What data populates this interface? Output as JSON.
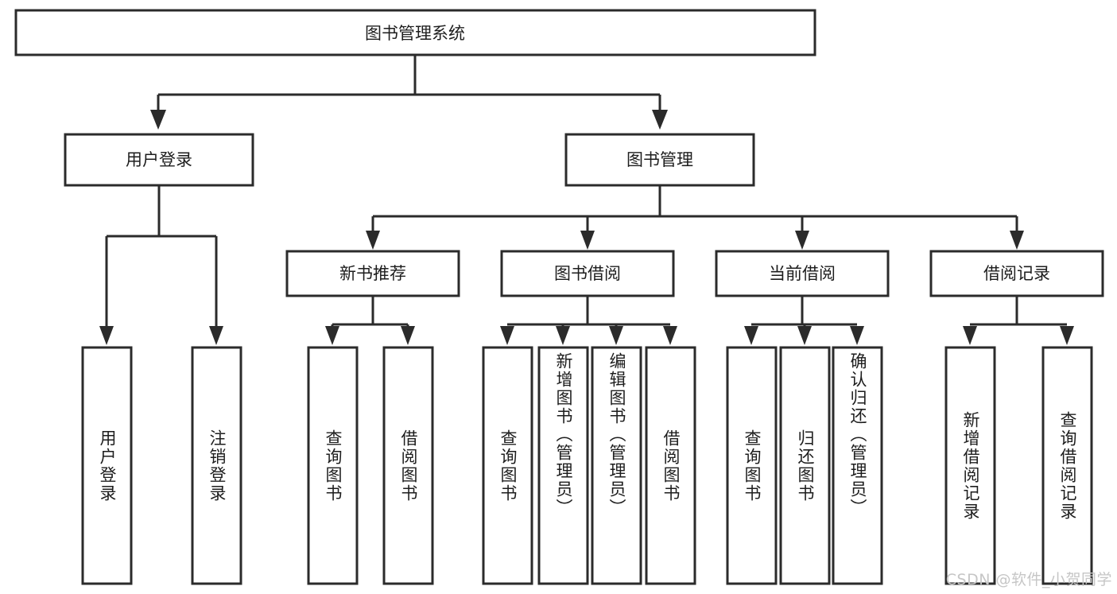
{
  "diagram": {
    "title": "图书管理系统",
    "type": "tree",
    "orientation": "top-down",
    "root": {
      "id": "root",
      "label": "图书管理系统"
    },
    "level1": [
      {
        "id": "user-login",
        "label": "用户登录"
      },
      {
        "id": "book-manage",
        "label": "图书管理"
      }
    ],
    "level2": [
      {
        "id": "new-book-recommend",
        "label": "新书推荐",
        "parent": "book-manage"
      },
      {
        "id": "book-borrow",
        "label": "图书借阅",
        "parent": "book-manage"
      },
      {
        "id": "current-borrow",
        "label": "当前借阅",
        "parent": "book-manage"
      },
      {
        "id": "borrow-record",
        "label": "借阅记录",
        "parent": "book-manage"
      }
    ],
    "leaves": {
      "user-login": [
        {
          "id": "leaf-user-login",
          "label": "用户登录"
        },
        {
          "id": "leaf-user-logout",
          "label": "注销登录"
        }
      ],
      "new-book-recommend": [
        {
          "id": "leaf-query-book-1",
          "label": "查询图书"
        },
        {
          "id": "leaf-borrow-book-1",
          "label": "借阅图书"
        }
      ],
      "book-borrow": [
        {
          "id": "leaf-query-book-2",
          "label": "查询图书"
        },
        {
          "id": "leaf-add-book",
          "label": "新增图书（管理员）"
        },
        {
          "id": "leaf-edit-book",
          "label": "编辑图书（管理员）"
        },
        {
          "id": "leaf-borrow-book-2",
          "label": "借阅图书"
        }
      ],
      "current-borrow": [
        {
          "id": "leaf-query-book-3",
          "label": "查询图书"
        },
        {
          "id": "leaf-return-book",
          "label": "归还图书"
        },
        {
          "id": "leaf-confirm-return",
          "label": "确认归还（管理员）"
        }
      ],
      "borrow-record": [
        {
          "id": "leaf-add-record",
          "label": "新增借阅记录"
        },
        {
          "id": "leaf-query-record",
          "label": "查询借阅记录"
        }
      ]
    }
  },
  "watermark": {
    "text": "CSDN @软件_小贺同学"
  },
  "colors": {
    "node_border": "#2b2b2b",
    "node_fill": "#ffffff",
    "text": "#1d1d1d",
    "background": "#ffffff",
    "watermark": "#c6c6c6"
  }
}
